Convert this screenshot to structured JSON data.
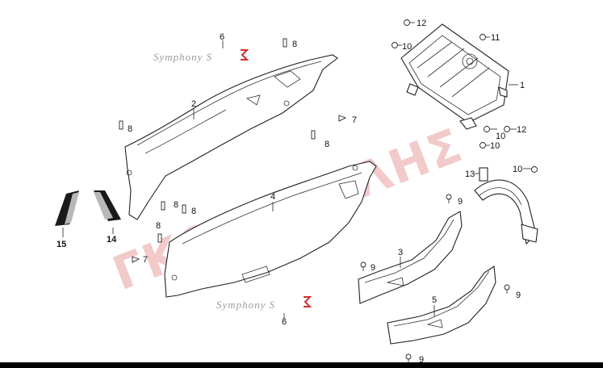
{
  "diagram": {
    "watermark": "ΓΚΟΡΓΚΟΛΗΣ",
    "brand_logo_text": "Symphony S",
    "callouts": [
      "1",
      "2",
      "3",
      "4",
      "5",
      "6",
      "7",
      "8",
      "9",
      "10",
      "11",
      "12",
      "13",
      "14",
      "15"
    ],
    "colors": {
      "watermark": "#e8a0a0",
      "outline": "#222222",
      "bottom_rule": "#000000"
    }
  }
}
